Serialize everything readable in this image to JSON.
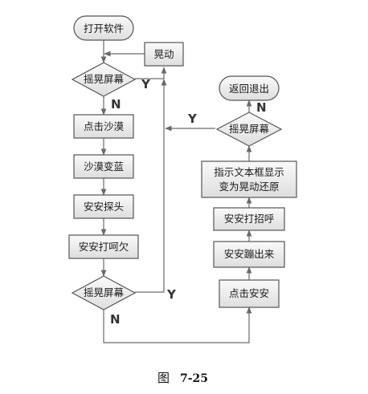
{
  "nodes": {
    "open_app": "打开软件",
    "shake_small": "晃动",
    "shake_screen_1": "摇晃屏幕",
    "click_desert": "点击沙漠",
    "desert_blue": "沙漠变蓝",
    "anan_peek": "安安探头",
    "anan_yawn": "安安打呵欠",
    "shake_screen_2": "摇晃屏幕",
    "return_exit": "返回退出",
    "shake_screen_3": "摇晃屏幕",
    "hint_line1": "指示文本框显示",
    "hint_line2": "变为晃动还原",
    "anan_greet": "安安打招呼",
    "anan_jump": "安安蹦出来",
    "click_anan": "点击安安"
  },
  "branch_labels": {
    "yes": "Y",
    "no": "N"
  },
  "caption": {
    "prefix": "图",
    "number": "7-25"
  }
}
